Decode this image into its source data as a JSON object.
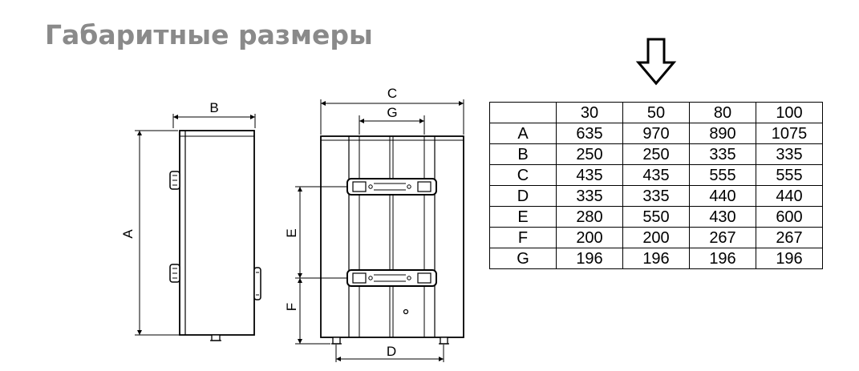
{
  "title": "Габаритные размеры",
  "icons": {
    "arrow": "arrow-down-outline-icon"
  },
  "labels": {
    "A": "A",
    "B": "B",
    "C": "C",
    "D": "D",
    "E": "E",
    "F": "F",
    "G": "G"
  },
  "table": {
    "corner": "",
    "columns": [
      "30",
      "50",
      "80",
      "100"
    ],
    "rows": [
      {
        "label": "A",
        "values": [
          "635",
          "970",
          "890",
          "1075"
        ]
      },
      {
        "label": "B",
        "values": [
          "250",
          "250",
          "335",
          "335"
        ]
      },
      {
        "label": "C",
        "values": [
          "435",
          "435",
          "555",
          "555"
        ]
      },
      {
        "label": "D",
        "values": [
          "335",
          "335",
          "440",
          "440"
        ]
      },
      {
        "label": "E",
        "values": [
          "280",
          "550",
          "430",
          "600"
        ]
      },
      {
        "label": "F",
        "values": [
          "200",
          "200",
          "267",
          "267"
        ]
      },
      {
        "label": "G",
        "values": [
          "196",
          "196",
          "196",
          "196"
        ]
      }
    ]
  }
}
